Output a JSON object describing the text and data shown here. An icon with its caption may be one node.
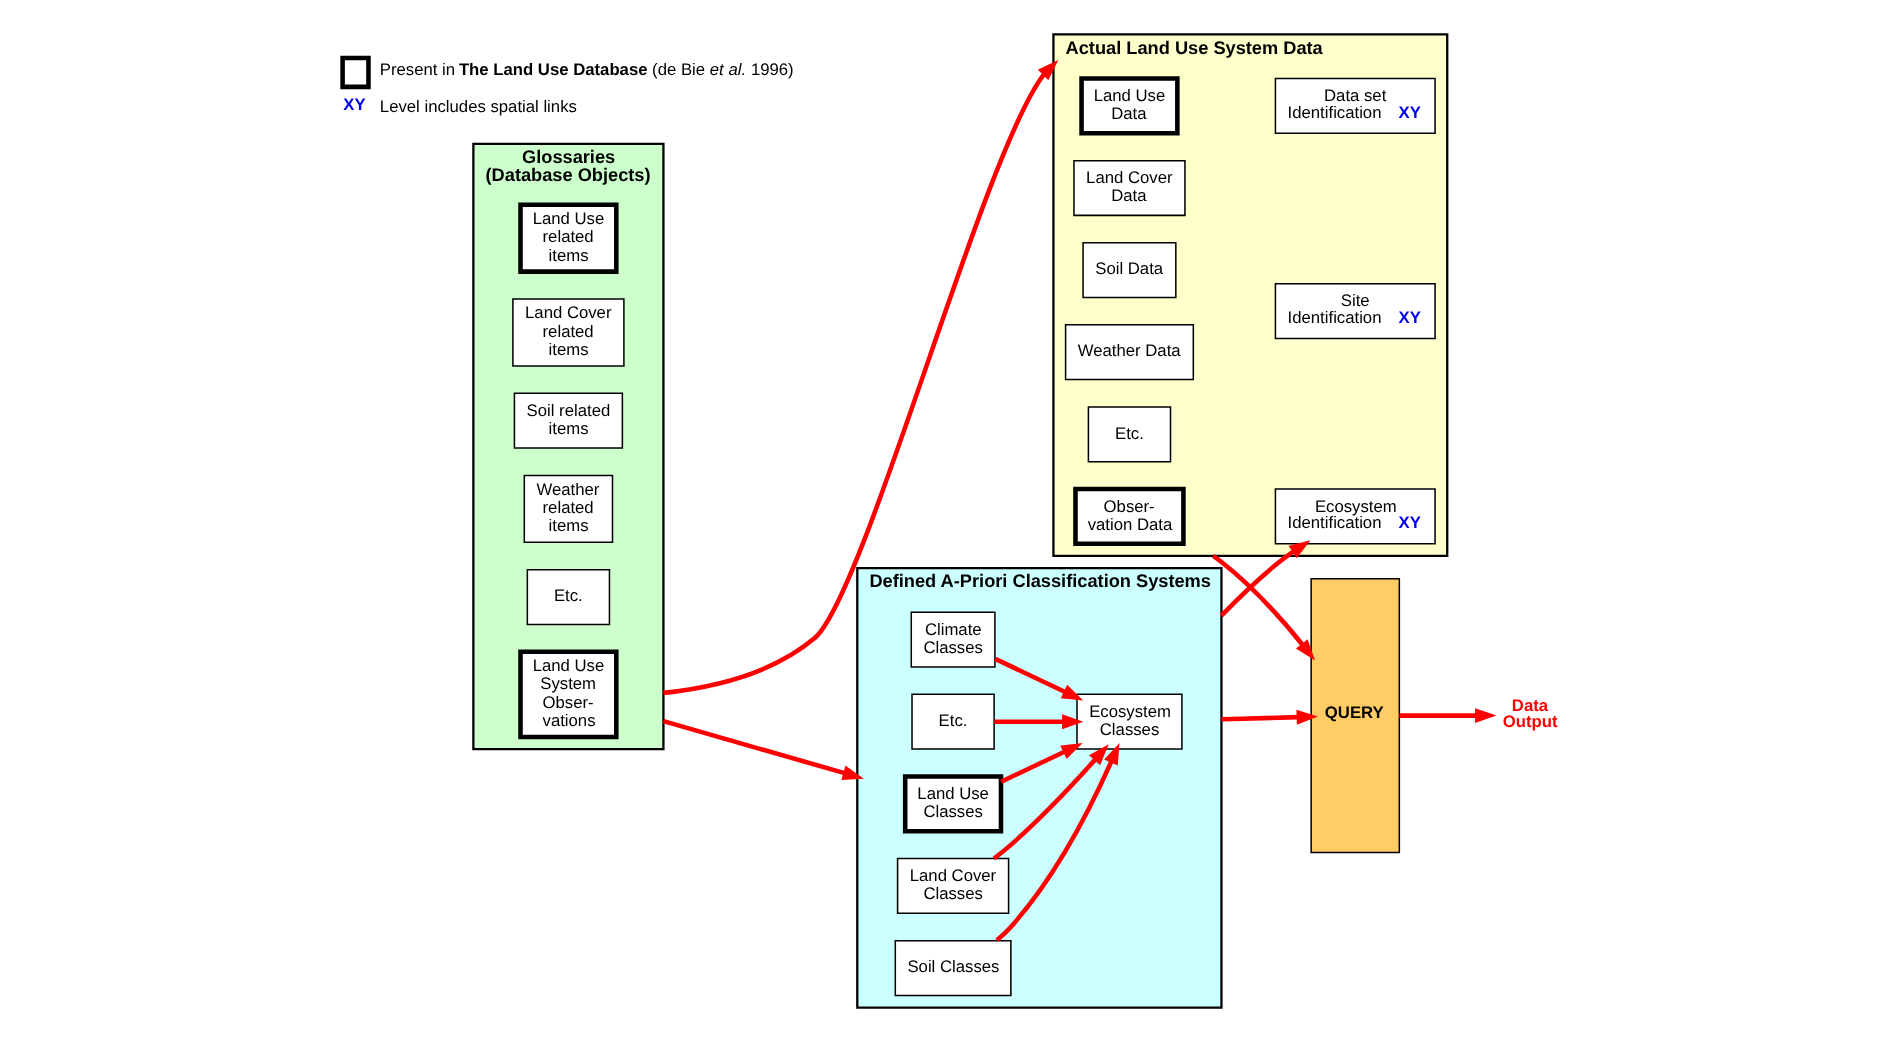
{
  "diagram": {
    "nodes": [
      {
        "text": [
          "Glossaries",
          "(Database Objects)"
        ]
      },
      {
        "text": [
          "Land Use related items"
        ],
        "in": 0
      },
      {
        "text": [
          "Land Cover related items"
        ],
        "in": 0
      },
      {
        "text": [
          "Soil related items"
        ],
        "in": 0
      },
      {
        "text": [
          "Weather related items"
        ],
        "in": 0
      },
      {
        "text": [
          "Etc."
        ],
        "in": 0
      },
      {
        "text": [
          "Land Use System Obser- vations"
        ],
        "in": 0
      },
      {
        "text": [
          "Defined A-Priori Classification Systems"
        ]
      },
      {
        "text": [
          "Land Use Classes"
        ],
        "in": 7
      },
      {
        "text": [
          "Land Cover Classes"
        ],
        "in": 7
      },
      {
        "text": [
          "Soil Classes"
        ],
        "in": 7
      },
      {
        "text": [
          "Climate Classes"
        ],
        "in": 7
      },
      {
        "text": [
          "Etc."
        ],
        "in": 7
      },
      {
        "text": [
          "Ecosystem Classes"
        ],
        "in": 7
      },
      {
        "text": [
          "Actual Land Use System Data"
        ]
      },
      {
        "text": [
          "Data set Identification",
          "XY"
        ],
        "in": 14
      },
      {
        "text": [
          "Site Identification",
          "XY"
        ],
        "in": 14
      },
      {
        "text": [
          "Ecosystem Identification",
          "XY"
        ],
        "in": 14
      },
      {
        "text": [
          "Land Use Data"
        ],
        "in": 14
      },
      {
        "text": [
          "Land Cover Data"
        ],
        "in": 14
      },
      {
        "text": [
          "Soil Data"
        ],
        "in": 14
      },
      {
        "text": [
          "Weather Data"
        ],
        "in": 14
      },
      {
        "text": [
          "Etc."
        ],
        "in": 14
      },
      {
        "text": [
          "Obser- vation Data"
        ],
        "in": 14
      },
      {
        "text": [
          "QUERY"
        ]
      },
      {
        "text": [
          "Data Output"
        ]
      }
    ],
    "edges": [
      {
        "from": 0,
        "to": 7,
        "arrow": "to"
      },
      {
        "from": 0,
        "to": 14,
        "arrow": "to"
      },
      {
        "from": 8,
        "to": 13,
        "arrow": "to"
      },
      {
        "from": 9,
        "to": 13,
        "arrow": "to"
      },
      {
        "from": 10,
        "to": 13,
        "arrow": "to"
      },
      {
        "from": 11,
        "to": 13,
        "arrow": "to"
      },
      {
        "from": 12,
        "to": 13,
        "arrow": "to"
      },
      {
        "from": 7,
        "to": 17,
        "arrow": "to"
      },
      {
        "from": 7,
        "to": 24,
        "arrow": "to"
      },
      {
        "from": 14,
        "to": 24,
        "arrow": "to"
      },
      {
        "from": 24,
        "to": 25,
        "arrow": "to"
      }
    ],
    "labels": [
      "XY"
    ],
    "legend": [
      {
        "text": "Present in **The Land Use Database** (de Bie *et al.* 1996)"
      },
      {
        "text": "Level includes spatial links"
      }
    ]
  }
}
